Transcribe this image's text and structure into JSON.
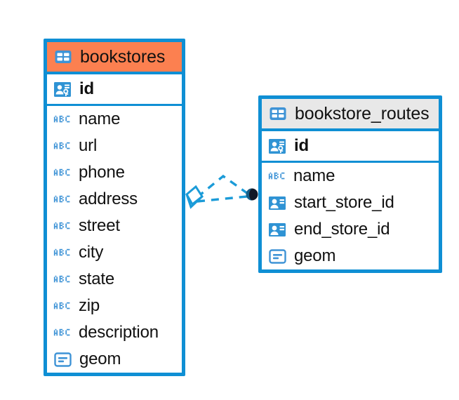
{
  "diagram": {
    "type": "entity-relationship-diagram",
    "background_color": "#ffffff",
    "accent_color": "#0F8FD4",
    "highlight_color": "#FC8050",
    "neutral_header_color": "#E8E8E8"
  },
  "entities": [
    {
      "name": "bookstores",
      "header_style": "accent",
      "table_icon": "table-icon",
      "fields": [
        {
          "label": "id",
          "icon": "primary-key-icon",
          "key": true
        },
        {
          "label": "name",
          "icon": "abc-text-icon",
          "key": false
        },
        {
          "label": "url",
          "icon": "abc-text-icon",
          "key": false
        },
        {
          "label": "phone",
          "icon": "abc-text-icon",
          "key": false
        },
        {
          "label": "address",
          "icon": "abc-text-icon",
          "key": false
        },
        {
          "label": "street",
          "icon": "abc-text-icon",
          "key": false
        },
        {
          "label": "city",
          "icon": "abc-text-icon",
          "key": false
        },
        {
          "label": "state",
          "icon": "abc-text-icon",
          "key": false
        },
        {
          "label": "zip",
          "icon": "abc-text-icon",
          "key": false
        },
        {
          "label": "description",
          "icon": "abc-text-icon",
          "key": false
        },
        {
          "label": "geom",
          "icon": "geometry-icon",
          "key": false
        }
      ]
    },
    {
      "name": "bookstore_routes",
      "header_style": "neutral",
      "table_icon": "table-icon",
      "fields": [
        {
          "label": "id",
          "icon": "primary-key-icon",
          "key": true
        },
        {
          "label": "name",
          "icon": "abc-text-icon",
          "key": false
        },
        {
          "label": "start_store_id",
          "icon": "foreign-key-icon",
          "key": false
        },
        {
          "label": "end_store_id",
          "icon": "foreign-key-icon",
          "key": false
        },
        {
          "label": "geom",
          "icon": "geometry-icon",
          "key": false
        }
      ]
    }
  ],
  "relationship": {
    "style": "dashed",
    "line_color": "#0F8FD4",
    "source_marker": "diamond-outline-marker",
    "target_marker": "filled-circle-marker",
    "source_entity": "bookstores",
    "target_entity": "bookstore_routes"
  }
}
